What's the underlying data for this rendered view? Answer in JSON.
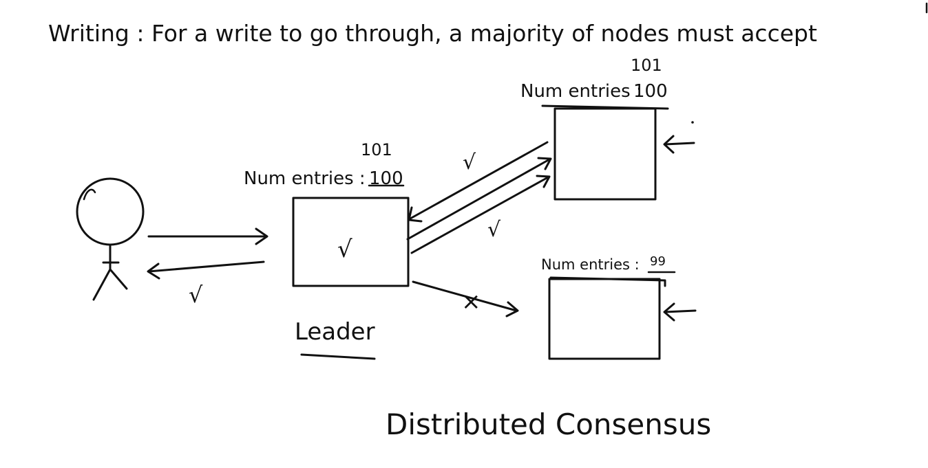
{
  "heading": "Writing : For a write to go through, a majority of nodes must accept",
  "leader": {
    "label": "Leader",
    "entries_label": "Num entries :",
    "entries_value": "100",
    "entries_new": "101",
    "ack": "√"
  },
  "follower_top": {
    "entries_label": "Num entries :",
    "entries_value": "100",
    "entries_new": "101"
  },
  "follower_bottom": {
    "entries_label": "Num entries :",
    "entries_value": "99"
  },
  "marks": {
    "client_ack": "√",
    "top_response_ack": "√",
    "top_request_ack": "√",
    "failed_write": "×"
  },
  "footer": "Distributed Consensus"
}
